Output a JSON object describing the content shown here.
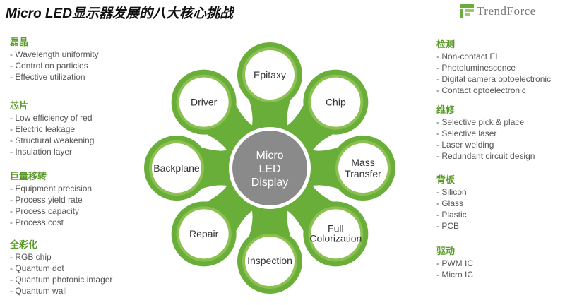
{
  "title": "Micro LED显示器发展的八大核心挑战",
  "logo": {
    "text": "TrendForce",
    "icon": "trendforce-logo-icon"
  },
  "colors": {
    "green": "#6aae3a",
    "green_light": "#8cc152",
    "center_gray": "#8a8a8a",
    "heading_green": "#5a9a2a"
  },
  "left_sections": [
    {
      "heading": "磊晶",
      "items": [
        "- Wavelength uniformity",
        "- Control on particles",
        "- Effective utilization"
      ]
    },
    {
      "heading": "芯片",
      "items": [
        "- Low efficiency of red",
        "- Electric leakage",
        "- Structural weakening",
        "- Insulation layer"
      ]
    },
    {
      "heading": "巨量移转",
      "items": [
        "- Equipment precision",
        "- Process yield rate",
        "- Process capacity",
        "- Process cost"
      ]
    },
    {
      "heading": "全彩化",
      "items": [
        "- RGB chip",
        "- Quantum dot",
        "- Quantum photonic imager",
        "- Quantum wall"
      ]
    }
  ],
  "right_sections": [
    {
      "heading": "检测",
      "items": [
        "- Non-contact EL",
        "- Photoluminescence",
        "- Digital camera optoelectronic",
        "- Contact optoelectronic"
      ]
    },
    {
      "heading": "维修",
      "items": [
        "- Selective pick & place",
        "- Selective laser",
        "- Laser welding",
        "- Redundant circuit design"
      ]
    },
    {
      "heading": "背板",
      "items": [
        "- Silicon",
        "- Glass",
        "- Plastic",
        "- PCB"
      ]
    },
    {
      "heading": "驱动",
      "items": [
        "- PWM IC",
        "- Micro IC"
      ]
    }
  ],
  "center": {
    "lines": [
      "Micro",
      "LED",
      "Display"
    ]
  },
  "petals": [
    {
      "lines": [
        "Epitaxy"
      ]
    },
    {
      "lines": [
        "Chip"
      ]
    },
    {
      "lines": [
        "Mass",
        "Transfer"
      ]
    },
    {
      "lines": [
        "Full",
        "Colorization"
      ]
    },
    {
      "lines": [
        "Inspection"
      ]
    },
    {
      "lines": [
        "Repair"
      ]
    },
    {
      "lines": [
        "Backplane"
      ]
    },
    {
      "lines": [
        "Driver"
      ]
    }
  ]
}
